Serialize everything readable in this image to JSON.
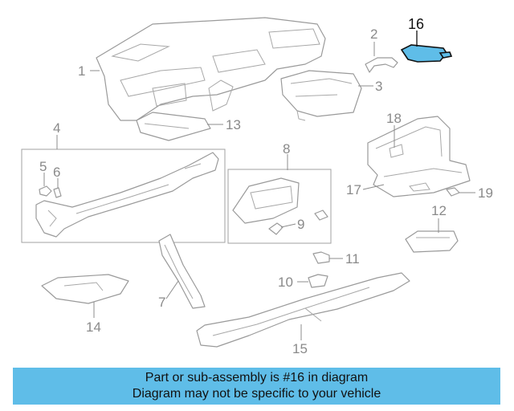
{
  "diagram": {
    "highlight_color": "#5fbde8",
    "callouts": {
      "c1": "1",
      "c2": "2",
      "c3": "3",
      "c4": "4",
      "c5": "5",
      "c6": "6",
      "c7": "7",
      "c8": "8",
      "c9": "9",
      "c10": "10",
      "c11": "11",
      "c12": "12",
      "c13": "13",
      "c14": "14",
      "c15": "15",
      "c16": "16",
      "c17": "17",
      "c18": "18",
      "c19": "19"
    }
  },
  "banner": {
    "line1": "Part or sub-assembly is #16 in diagram",
    "line2": "Diagram may not be specific to your vehicle"
  }
}
